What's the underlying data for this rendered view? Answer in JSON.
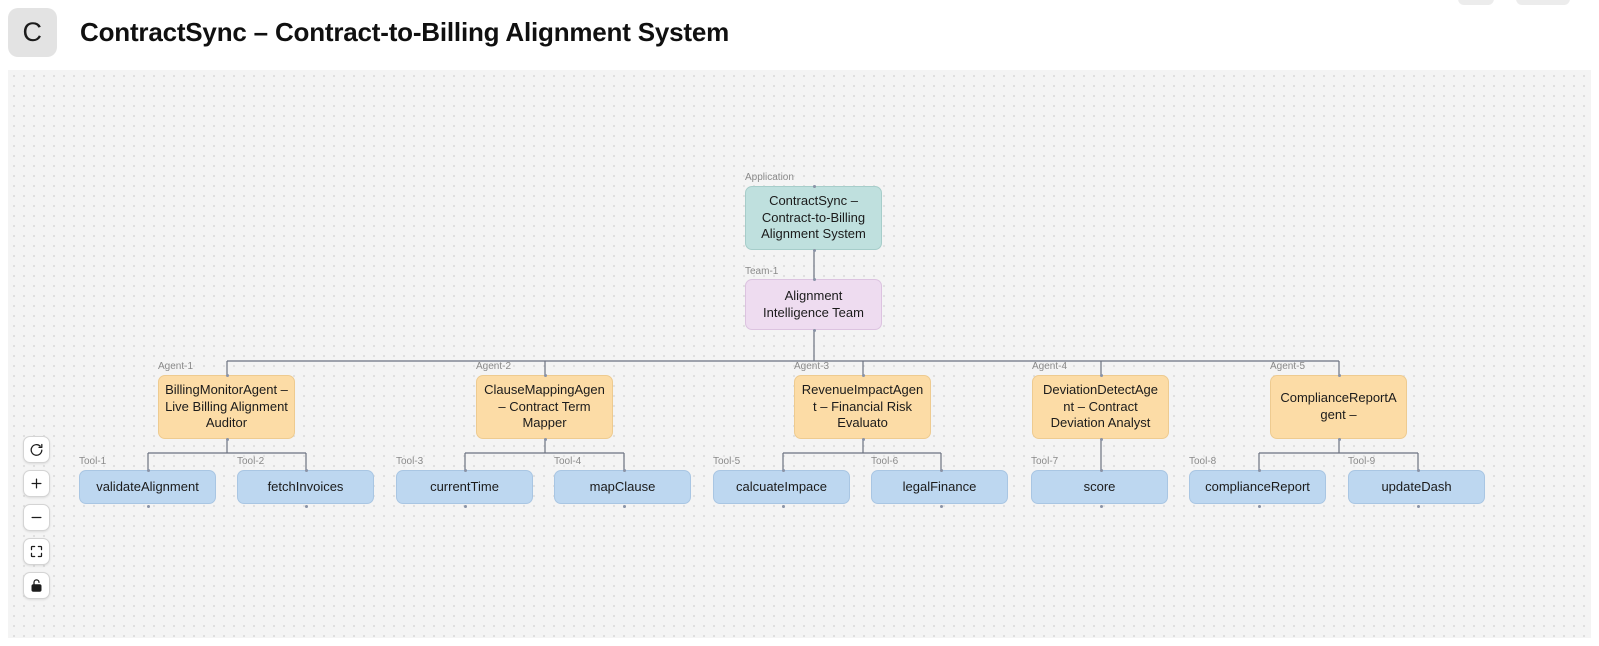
{
  "header": {
    "logo_letter": "C",
    "title": "ContractSync – Contract-to-Billing Alignment System",
    "ghost_buttons": [
      "",
      ""
    ]
  },
  "toolbar": {
    "buttons": [
      {
        "name": "reset-view-button",
        "icon": "refresh-icon",
        "tooltip": "Reset view"
      },
      {
        "name": "zoom-in-button",
        "icon": "plus-icon",
        "tooltip": "Zoom in"
      },
      {
        "name": "zoom-out-button",
        "icon": "minus-icon",
        "tooltip": "Zoom out"
      },
      {
        "name": "fit-view-button",
        "icon": "fit-screen-icon",
        "tooltip": "Fit to screen"
      },
      {
        "name": "lock-canvas-button",
        "icon": "lock-icon",
        "tooltip": "Lock canvas"
      }
    ]
  },
  "graph": {
    "application": {
      "badge": "Application",
      "title": "ContractSync – Contract-to-Billing Alignment System"
    },
    "team": {
      "badge": "Team-1",
      "title": "Alignment Intelligence Team"
    },
    "agents": [
      {
        "badge": "Agent-1",
        "title": "BillingMonitorAgent – Live Billing Alignment Auditor"
      },
      {
        "badge": "Agent-2",
        "title": "ClauseMappingAgen – Contract Term Mapper"
      },
      {
        "badge": "Agent-3",
        "title": "RevenueImpactAgen t – Financial Risk Evaluato"
      },
      {
        "badge": "Agent-4",
        "title": "DeviationDetectAge nt – Contract Deviation Analyst"
      },
      {
        "badge": "Agent-5",
        "title": "ComplianceReportA gent –"
      }
    ],
    "tools": [
      {
        "badge": "Tool-1",
        "title": "validateAlignment"
      },
      {
        "badge": "Tool-2",
        "title": "fetchInvoices"
      },
      {
        "badge": "Tool-3",
        "title": "currentTime"
      },
      {
        "badge": "Tool-4",
        "title": "mapClause"
      },
      {
        "badge": "Tool-5",
        "title": "calcuateImpace"
      },
      {
        "badge": "Tool-6",
        "title": "legalFinance"
      },
      {
        "badge": "Tool-7",
        "title": "score"
      },
      {
        "badge": "Tool-8",
        "title": "complianceReport"
      },
      {
        "badge": "Tool-9",
        "title": "updateDash"
      }
    ]
  },
  "colors": {
    "application_fill": "#bfe0de",
    "team_fill": "#eedcf0",
    "agent_fill": "#fcdca6",
    "tool_fill": "#bdd7f0",
    "edge": "#6b7280",
    "canvas_bg": "#f4f4f4"
  }
}
